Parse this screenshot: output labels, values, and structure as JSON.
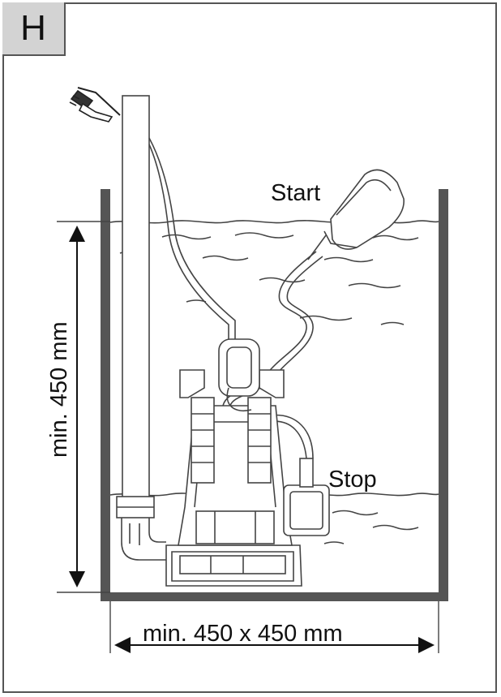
{
  "figure": {
    "panel_letter": "H",
    "label_start": "Start",
    "label_stop": "Stop",
    "dimension_height": "min. 450 mm",
    "dimension_width": "min. 450 x 450 mm"
  },
  "colors": {
    "line": "#444444",
    "wall": "#555555",
    "badge_fill": "#d3d3d3"
  }
}
